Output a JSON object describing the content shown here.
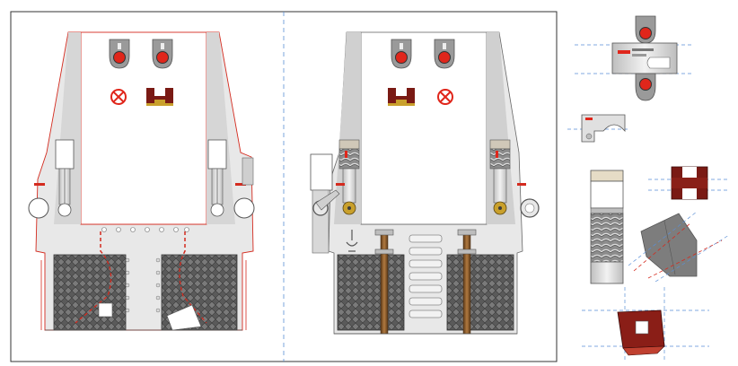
{
  "sheet": {
    "views": [
      "front-view-cutlines",
      "front-view-assembled"
    ],
    "parts": [
      "handle-part",
      "mount-bracket-part",
      "spring-cylinder-part",
      "h-block-part",
      "angled-bracket-part",
      "red-block-part"
    ]
  },
  "colors": {
    "frame_border": "#333333",
    "guide_line": "#5a8fd6",
    "cut_line": "#d42b1f",
    "panel_fill": "#e6e6e6",
    "panel_shade": "#c8c8c8",
    "dark_metal": "#3d3d3d",
    "button_red": "#e0261b",
    "brown_rod": "#8a5a2b",
    "maroon_block": "#7a1a14",
    "brass": "#c9a02c"
  }
}
